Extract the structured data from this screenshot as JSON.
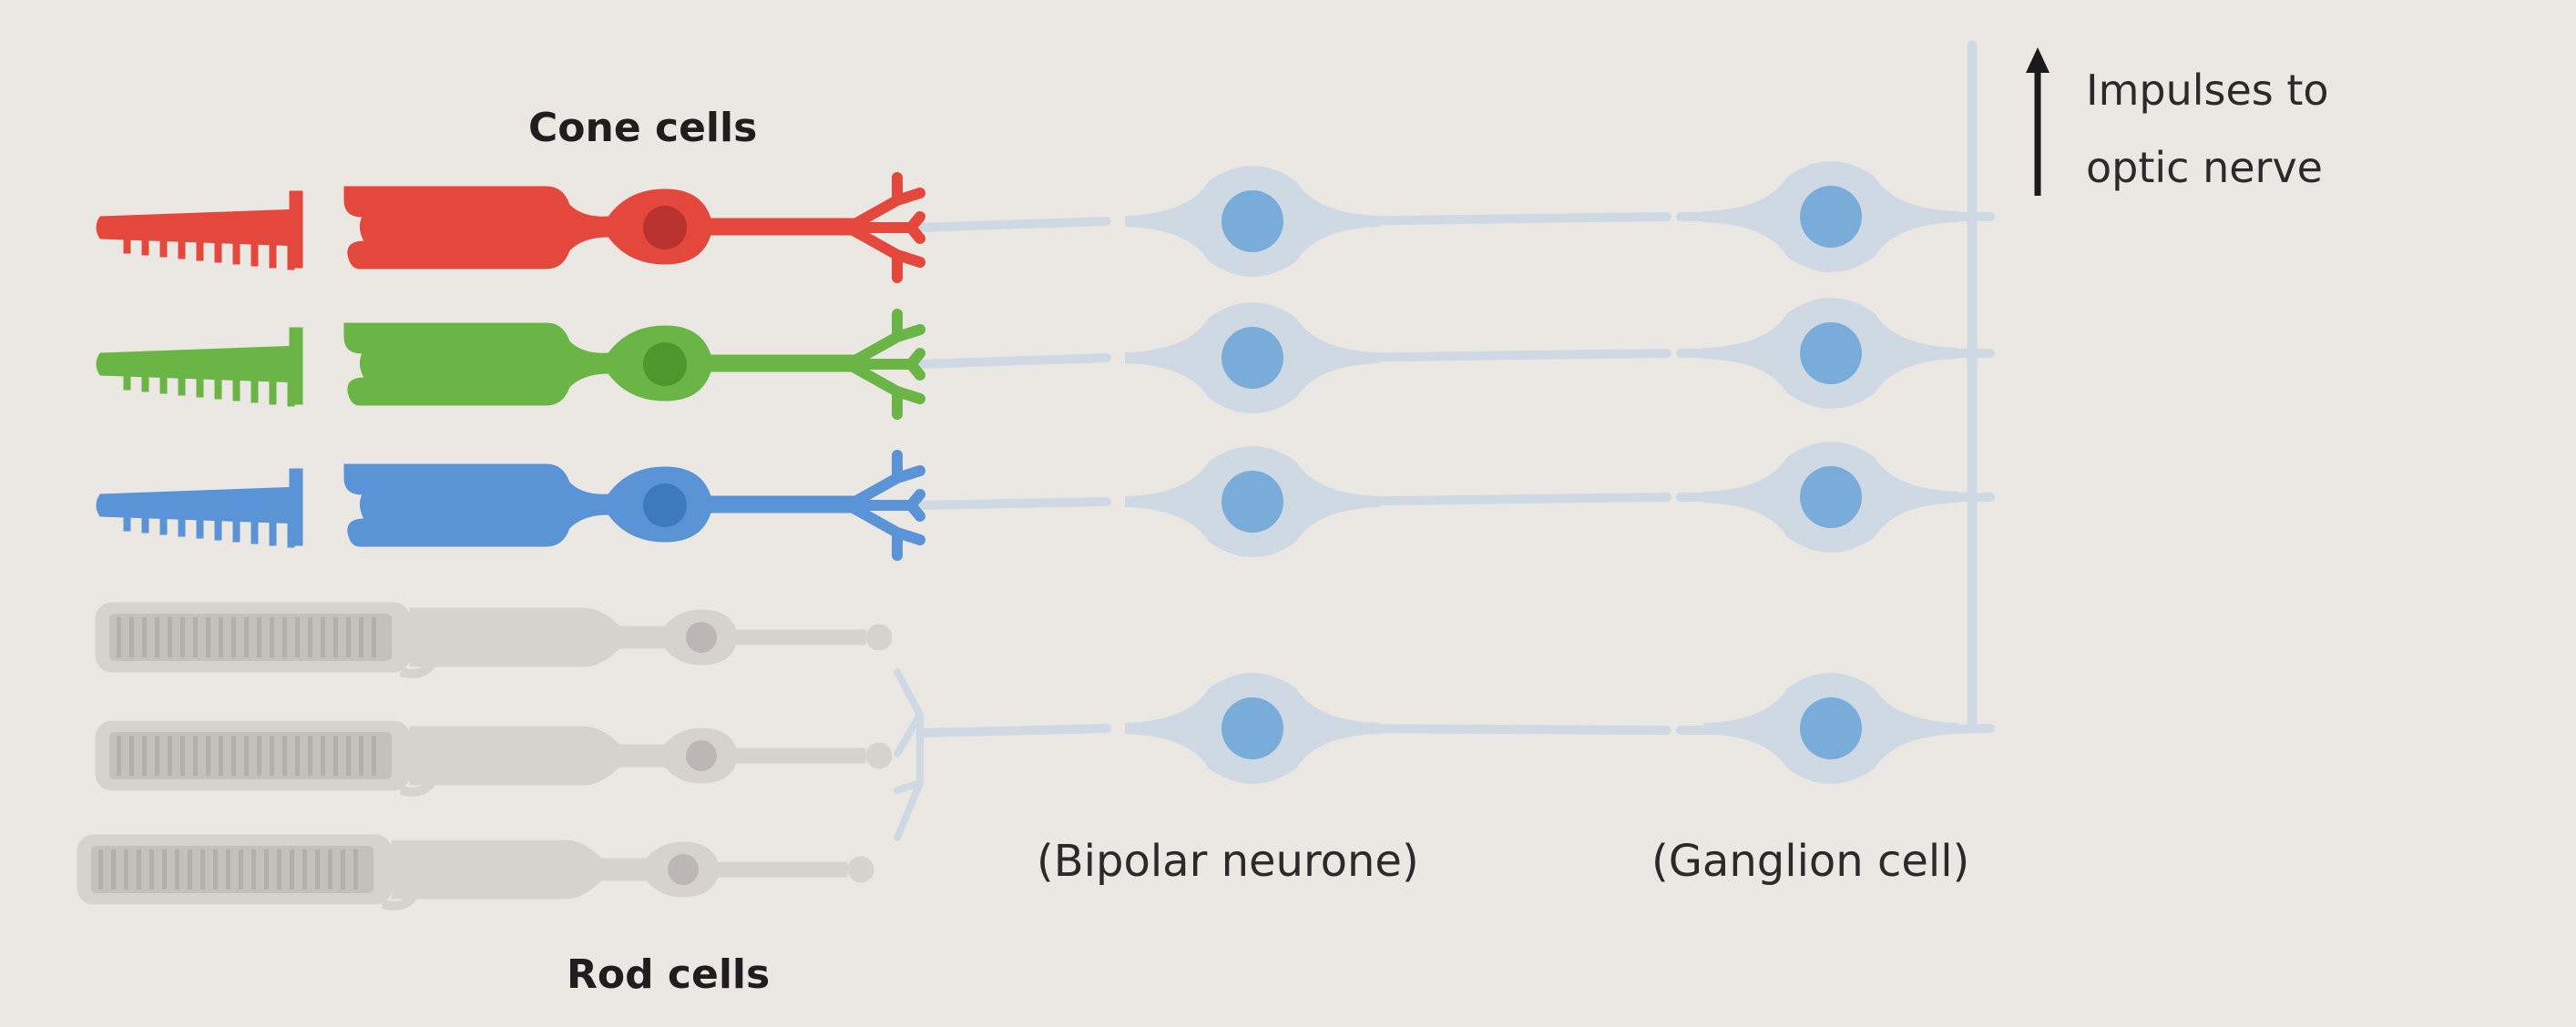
{
  "labels": {
    "cone_cells": "Cone cells",
    "rod_cells": "Rod cells",
    "bipolar": "(Bipolar neurone)",
    "ganglion": "(Ganglion cell)",
    "impulses_line1": "Impulses to",
    "impulses_line2": "optic nerve"
  },
  "colors": {
    "cone_red": "#e4483d",
    "cone_green": "#6ab545",
    "cone_blue": "#5a93d6",
    "rod_gray": "#d6d3cf",
    "neuron": "#cfd9e3",
    "neuron_nucleus": "#79acd8",
    "background": "#ebe8e3"
  }
}
